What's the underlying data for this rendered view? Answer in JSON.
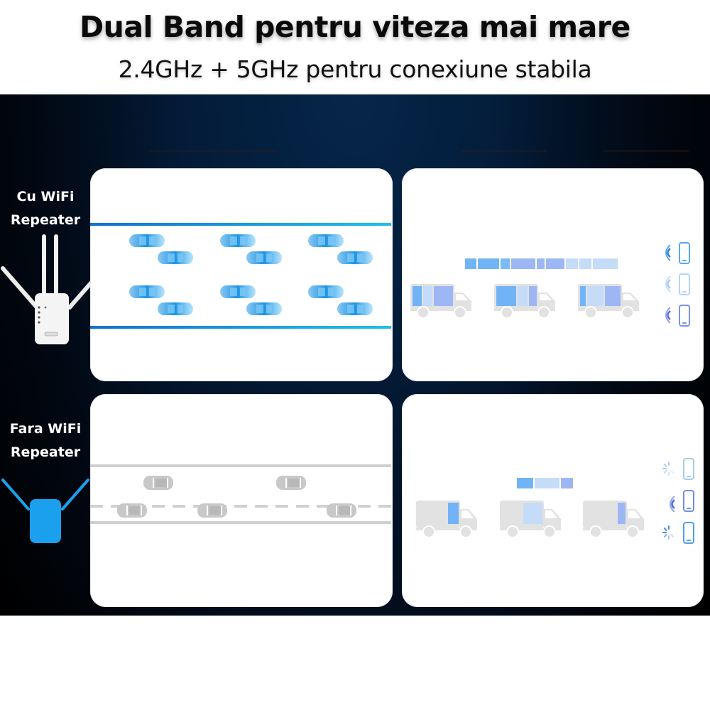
{
  "header": {
    "title": "Dual Band pentru viteza mai mare",
    "subtitle": "2.4GHz + 5GHz pentru conexiune stabila"
  },
  "rows": [
    {
      "label_line1": "Cu WiFi",
      "label_line2": "Repeater",
      "device": "white-4-antenna-repeater",
      "road_color_start": "#0f73d1",
      "road_color_end": "#1fbff0",
      "car_color": "#2a9ee8",
      "cars_count": 12,
      "trucks_count": 3,
      "data_blocks": 9,
      "phones": [
        {
          "state": "signal-strong",
          "color": "#5aa6f2"
        },
        {
          "state": "signal-strong",
          "color": "#b5d3f7"
        },
        {
          "state": "signal-strong",
          "color": "#7b93ec"
        }
      ]
    },
    {
      "label_line1": "Fara WiFi",
      "label_line2": "Repeater",
      "device": "blue-2-antenna-repeater",
      "road_color": "#d0d0d0",
      "car_color": "#c6c6c6",
      "cars_count": 5,
      "trucks_count": 3,
      "data_blocks": 3,
      "phones": [
        {
          "state": "loading",
          "color": "#a8c9f3"
        },
        {
          "state": "signal",
          "color": "#6f8de6"
        },
        {
          "state": "loading",
          "color": "#4d9ef0"
        }
      ]
    }
  ],
  "colors": {
    "background_dark": "#031b38",
    "accent_blue": "#1e9fe9",
    "truck_gray": "#e0e0e0"
  }
}
